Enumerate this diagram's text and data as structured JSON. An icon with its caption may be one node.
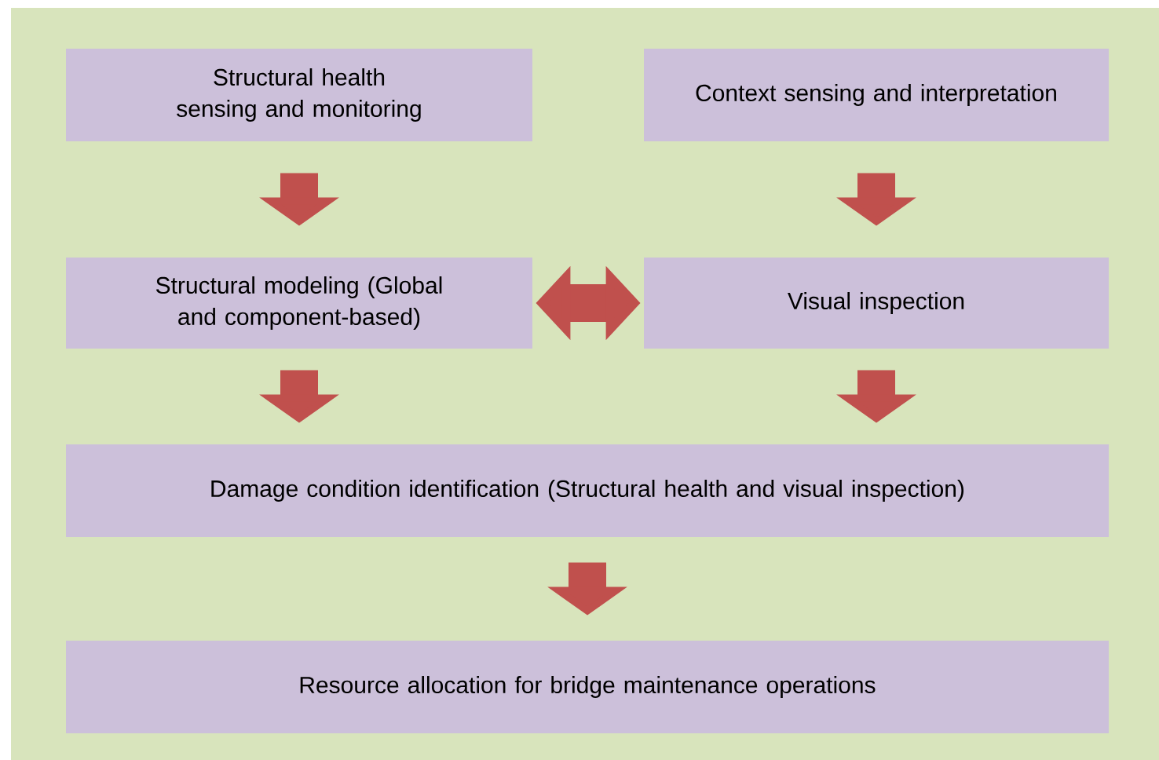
{
  "diagram": {
    "nodes": [
      {
        "text": [
          "Structural health sensing and monitoring"
        ]
      },
      {
        "text": [
          "Context sensing and interpretation"
        ]
      },
      {
        "text": [
          "Structural modeling (Global and component-based)"
        ]
      },
      {
        "text": [
          "Visual inspection"
        ]
      },
      {
        "text": [
          "Damage condition identification (Structural health and visual inspection)"
        ]
      },
      {
        "text": [
          "Resource allocation for bridge maintenance operations"
        ]
      }
    ],
    "edges": [
      {
        "from": 0,
        "to": 2,
        "arrow": "to"
      },
      {
        "from": 1,
        "to": 3,
        "arrow": "to"
      },
      {
        "from": 2,
        "to": 3,
        "arrow": "both"
      },
      {
        "from": 2,
        "to": 4,
        "arrow": "to"
      },
      {
        "from": 3,
        "to": 4,
        "arrow": "to"
      },
      {
        "from": 4,
        "to": 5,
        "arrow": "to"
      }
    ]
  }
}
